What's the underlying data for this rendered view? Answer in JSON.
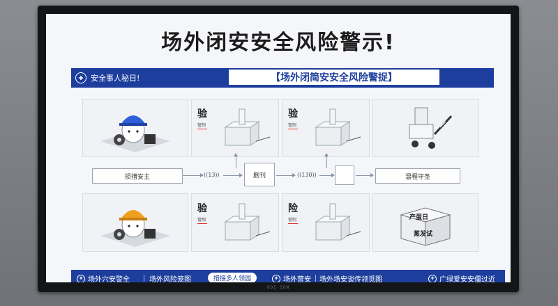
{
  "screen": {
    "title": "场外闭安安全风险警示!",
    "banner": {
      "left_text": "安全事人秘日!",
      "center_text": "【场外闭简安安全风险警捉】"
    },
    "cards": [
      {
        "id": "a",
        "label": "",
        "sub": ""
      },
      {
        "id": "b",
        "label": "验",
        "sub": "管制"
      },
      {
        "id": "c",
        "label": "验",
        "sub": "管制"
      },
      {
        "id": "d",
        "label": "",
        "sub": ""
      },
      {
        "id": "e",
        "label": "",
        "sub": ""
      },
      {
        "id": "f",
        "label": "验",
        "sub": "管制"
      },
      {
        "id": "g",
        "label": "险",
        "sub": "管制"
      },
      {
        "id": "h",
        "label": "",
        "sub": ""
      }
    ],
    "flow": {
      "left_box": "损措安主",
      "text1": "((13))",
      "mid_box": "删刊",
      "text2": "((130))",
      "right_box": "温程守圣"
    },
    "package_text": {
      "top": "产蛋日",
      "bottom": "蒸发试"
    },
    "footer": {
      "item1": "场外穴安警全",
      "item2": "场外风险笼图",
      "pill": "措接多人领园",
      "item3": "场外营安",
      "item4": "场外场安谈传领觅图",
      "item5": "广绿爱安安僵过近"
    },
    "bezel_label": "OOI IOW"
  },
  "colors": {
    "brand_blue": "#1d3e9c",
    "helmet_blue": "#2f5fd8",
    "helmet_orange": "#f0a020"
  }
}
